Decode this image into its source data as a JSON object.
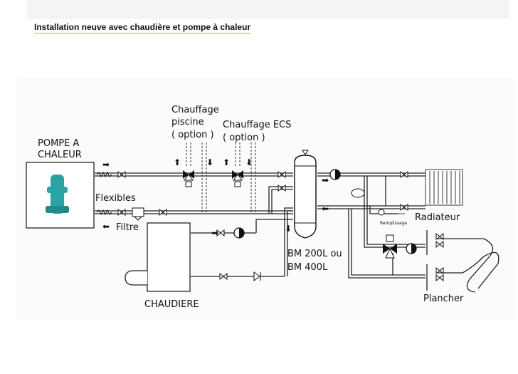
{
  "header": {
    "title": "Installation neuve avec chaudière et pompe à chaleur"
  },
  "diagram": {
    "heatpump_label_line1": "POMPE A",
    "heatpump_label_line2": "CHALEUR",
    "pool_label_line1": "Chauffage",
    "pool_label_line2": "piscine",
    "pool_label_line3": "( option )",
    "dhw_label_line1": "Chauffage ECS",
    "dhw_label_line2": "( option )",
    "flexibles_label": "Flexibles",
    "filter_label": "Filtre",
    "tank_label_line1": "BM 200L ou",
    "tank_label_line2": "BM 400L",
    "boiler_label": "CHAUDIERE",
    "radiator_label": "Radiateur",
    "fill_label": "Remplissage",
    "floor_label": "Plancher",
    "heatpump_color": "#2aa3a3"
  }
}
